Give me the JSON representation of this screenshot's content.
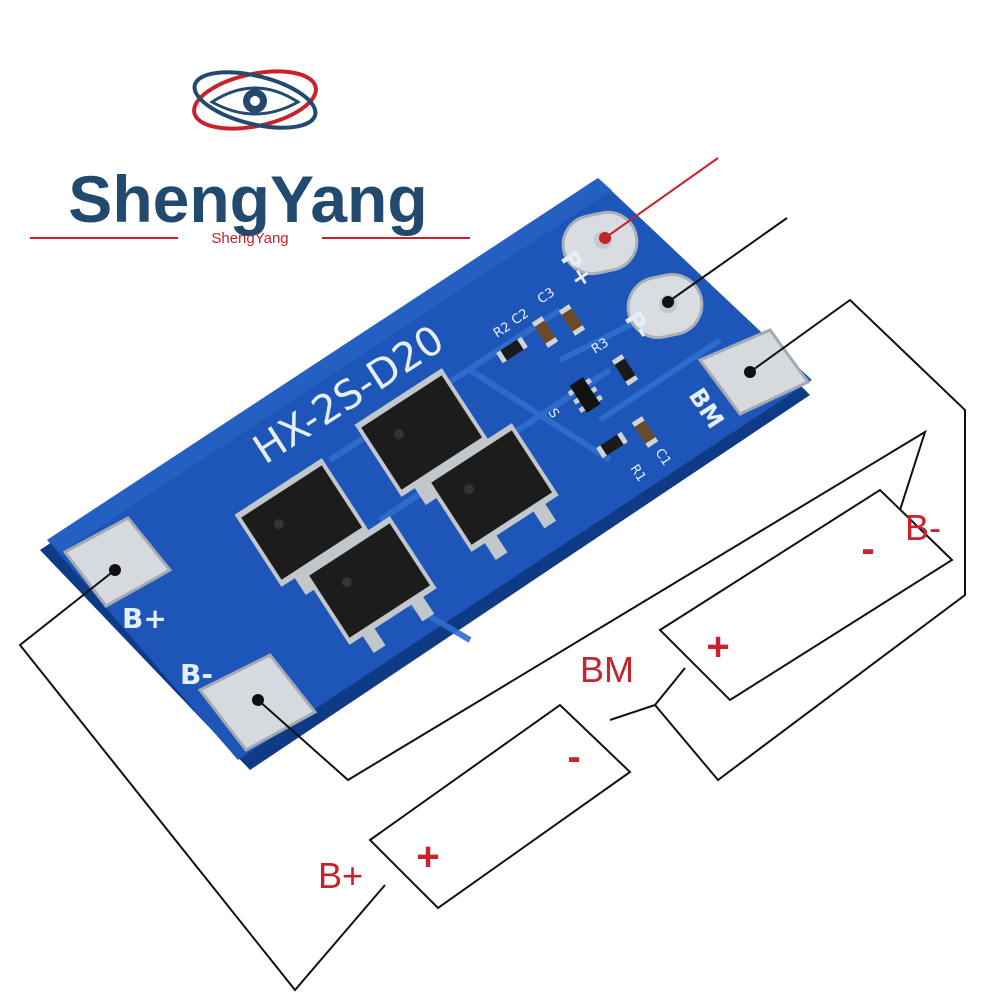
{
  "brand": {
    "title": "ShengYang",
    "subtitle": "ShengYang",
    "title_color": "#22496e",
    "accent_color": "#c8232c"
  },
  "board": {
    "model": "HX-2S-D20",
    "pcb_color": "#1d56b8",
    "pads": {
      "p_plus": "P+",
      "p_minus": "P-",
      "bm": "BM",
      "b_plus": "B+",
      "b_minus": "B-"
    },
    "components": {
      "r2": "R2",
      "c2": "C2",
      "c3": "C3",
      "r3": "R3",
      "r1": "R1",
      "c1": "C1",
      "u1": "S"
    }
  },
  "wiring": {
    "b_minus": "B-",
    "bm": "BM",
    "b_plus": "B+",
    "cell_plus": "+",
    "cell_minus": "-",
    "label_color": "#c8232c"
  }
}
